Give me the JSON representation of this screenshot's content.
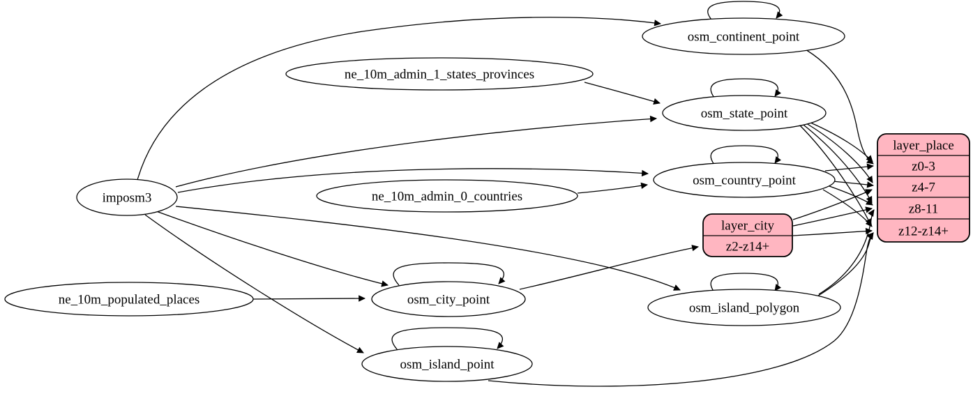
{
  "diagram": {
    "kind": "etl-dependency-graph",
    "background": "#ffffff",
    "edge_color": "#000000",
    "ellipse_fill": "#ffffff",
    "record_fill": "#ffb6c1",
    "border_color": "#000000"
  },
  "nodes": {
    "imposm3": {
      "label": "imposm3"
    },
    "ne_10m_admin_1_states_provinces": {
      "label": "ne_10m_admin_1_states_provinces"
    },
    "ne_10m_admin_0_countries": {
      "label": "ne_10m_admin_0_countries"
    },
    "ne_10m_populated_places": {
      "label": "ne_10m_populated_places"
    },
    "osm_continent_point": {
      "label": "osm_continent_point"
    },
    "osm_state_point": {
      "label": "osm_state_point"
    },
    "osm_country_point": {
      "label": "osm_country_point"
    },
    "osm_city_point": {
      "label": "osm_city_point"
    },
    "osm_island_polygon": {
      "label": "osm_island_polygon"
    },
    "osm_island_point": {
      "label": "osm_island_point"
    }
  },
  "records": {
    "layer_place": {
      "title": "layer_place",
      "rows": [
        "z0-3",
        "z4-7",
        "z8-11",
        "z12-z14+"
      ]
    },
    "layer_city": {
      "title": "layer_city",
      "rows": [
        "z2-z14+"
      ]
    }
  },
  "edges": [
    {
      "from": "imposm3",
      "to": "osm_continent_point"
    },
    {
      "from": "imposm3",
      "to": "osm_state_point"
    },
    {
      "from": "imposm3",
      "to": "osm_country_point"
    },
    {
      "from": "imposm3",
      "to": "osm_city_point"
    },
    {
      "from": "imposm3",
      "to": "osm_island_polygon"
    },
    {
      "from": "imposm3",
      "to": "osm_island_point"
    },
    {
      "from": "ne_10m_admin_1_states_provinces",
      "to": "osm_state_point"
    },
    {
      "from": "ne_10m_admin_0_countries",
      "to": "osm_country_point"
    },
    {
      "from": "ne_10m_populated_places",
      "to": "osm_city_point"
    },
    {
      "from": "osm_continent_point",
      "to": "osm_continent_point"
    },
    {
      "from": "osm_state_point",
      "to": "osm_state_point"
    },
    {
      "from": "osm_country_point",
      "to": "osm_country_point"
    },
    {
      "from": "osm_city_point",
      "to": "osm_city_point"
    },
    {
      "from": "osm_island_polygon",
      "to": "osm_island_polygon"
    },
    {
      "from": "osm_island_point",
      "to": "osm_island_point"
    },
    {
      "from": "osm_continent_point",
      "to": "layer_place:z0-3"
    },
    {
      "from": "osm_state_point",
      "to": "layer_place:z0-3"
    },
    {
      "from": "osm_state_point",
      "to": "layer_place:z4-7"
    },
    {
      "from": "osm_state_point",
      "to": "layer_place:z8-11"
    },
    {
      "from": "osm_state_point",
      "to": "layer_place:z12-z14+"
    },
    {
      "from": "osm_country_point",
      "to": "layer_place:z0-3"
    },
    {
      "from": "osm_country_point",
      "to": "layer_place:z4-7"
    },
    {
      "from": "osm_country_point",
      "to": "layer_place:z8-11"
    },
    {
      "from": "osm_country_point",
      "to": "layer_place:z12-z14+"
    },
    {
      "from": "osm_city_point",
      "to": "layer_city:z2-z14+"
    },
    {
      "from": "layer_city",
      "to": "layer_place:z4-7"
    },
    {
      "from": "layer_city",
      "to": "layer_place:z8-11"
    },
    {
      "from": "layer_city",
      "to": "layer_place:z12-z14+"
    },
    {
      "from": "osm_island_polygon",
      "to": "layer_place:z8-11"
    },
    {
      "from": "osm_island_polygon",
      "to": "layer_place:z12-z14+"
    },
    {
      "from": "osm_island_point",
      "to": "layer_place:z12-z14+"
    }
  ]
}
